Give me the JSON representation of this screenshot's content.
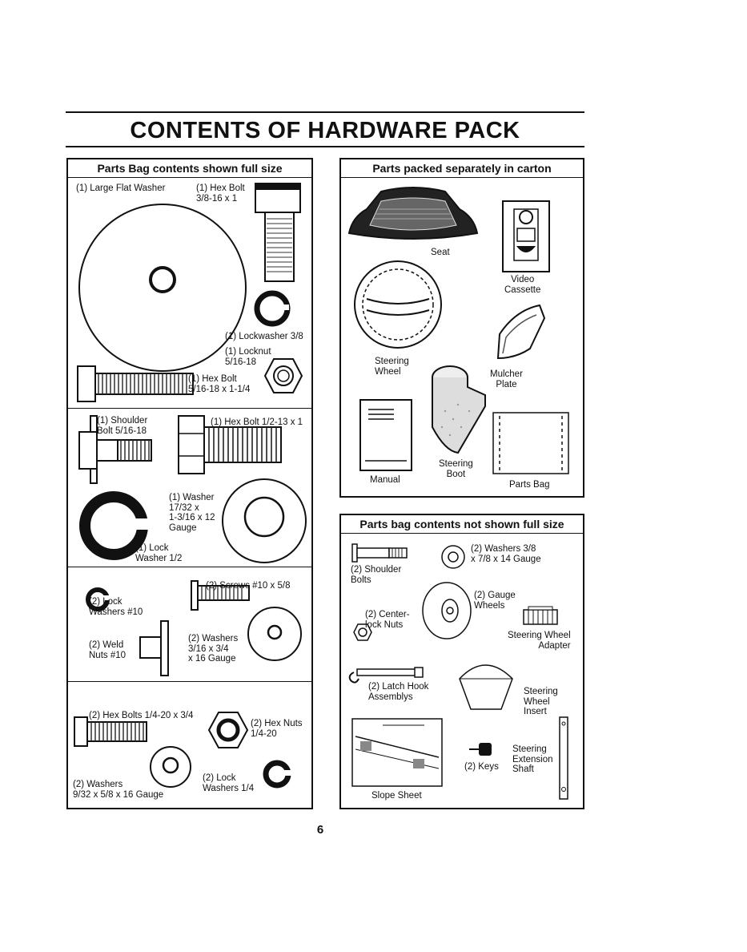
{
  "title": "CONTENTS OF HARDWARE PACK",
  "page_number": "6",
  "left_panel": {
    "header": "Parts Bag contents shown full size",
    "items": {
      "large_flat_washer": "(1) Large Flat Washer",
      "hex_bolt_3_8": "(1) Hex Bolt\n3/8-16 x 1",
      "lockwasher_3_8": "(1) Lockwasher 3/8",
      "locknut": "(1) Locknut\n5/16-18",
      "hex_bolt_5_16": "(1) Hex Bolt\n5/16-18 x 1-1/4",
      "shoulder_bolt": "(1) Shoulder\nBolt 5/16-18",
      "hex_bolt_1_2": "(1) Hex Bolt 1/2-13 x 1",
      "washer_17_32": "(1) Washer\n17/32 x\n1-3/16 x 12\nGauge",
      "lock_washer_1_2": "(1) Lock\nWasher 1/2",
      "screws_10": "(2) Screws #10 x 5/8",
      "lock_washers_10": "(2) Lock\nWashers #10",
      "weld_nuts": "(2) Weld\nNuts #10",
      "washers_3_16": "(2) Washers\n3/16 x 3/4\nx 16 Gauge",
      "hex_bolts_1_4": "(2) Hex Bolts 1/4-20 x 3/4",
      "hex_nuts_1_4": "(2) Hex Nuts\n1/4-20",
      "washers_9_32": "(2) Washers\n9/32 x 5/8 x 16 Gauge",
      "lock_washers_1_4": "(2) Lock\nWashers 1/4"
    }
  },
  "right_top_panel": {
    "header": "Parts packed separately in carton",
    "items": {
      "seat": "Seat",
      "video_cassette": "Video\nCassette",
      "steering_wheel": "Steering\nWheel",
      "mulcher_plate": "Mulcher\nPlate",
      "manual": "Manual",
      "steering_boot": "Steering\nBoot",
      "parts_bag": "Parts Bag"
    }
  },
  "right_bottom_panel": {
    "header": "Parts bag contents not shown full size",
    "items": {
      "shoulder_bolts": "(2) Shoulder\nBolts",
      "washers_3_8": "(2) Washers 3/8\nx 7/8 x 14 Gauge",
      "gauge_wheels": "(2) Gauge\nWheels",
      "center_lock_nuts": "(2) Center-\nlock Nuts",
      "steering_wheel_adapter": "Steering Wheel\nAdapter",
      "latch_hook": "(2) Latch Hook\nAssemblys",
      "steering_wheel_insert": "Steering\nWheel\nInsert",
      "keys": "(2) Keys",
      "steering_extension_shaft": "Steering\nExtension\nShaft",
      "slope_sheet": "Slope Sheet"
    }
  }
}
